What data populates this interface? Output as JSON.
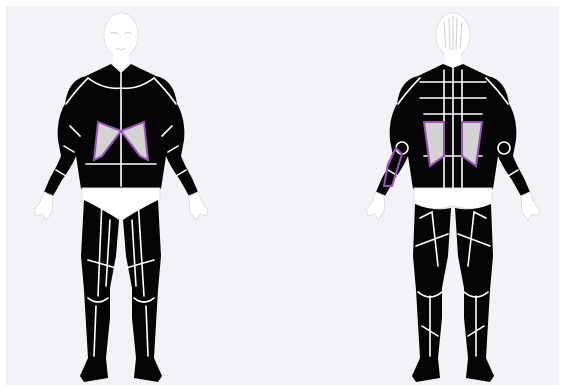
{
  "app": {
    "component": "muscle-selector",
    "panel_color": "#f2f3f6",
    "body_color": "#050505",
    "skin_color": "#ffffff",
    "highlight_fill": "#d3d3d3",
    "highlight_stroke": "#9b52b8"
  },
  "views": [
    {
      "view": "front",
      "selected_muscles": [
        "lats-left",
        "lats-right"
      ]
    },
    {
      "view": "back",
      "selected_muscles": [
        "lats-left",
        "lats-right",
        "forearm-right"
      ]
    }
  ]
}
